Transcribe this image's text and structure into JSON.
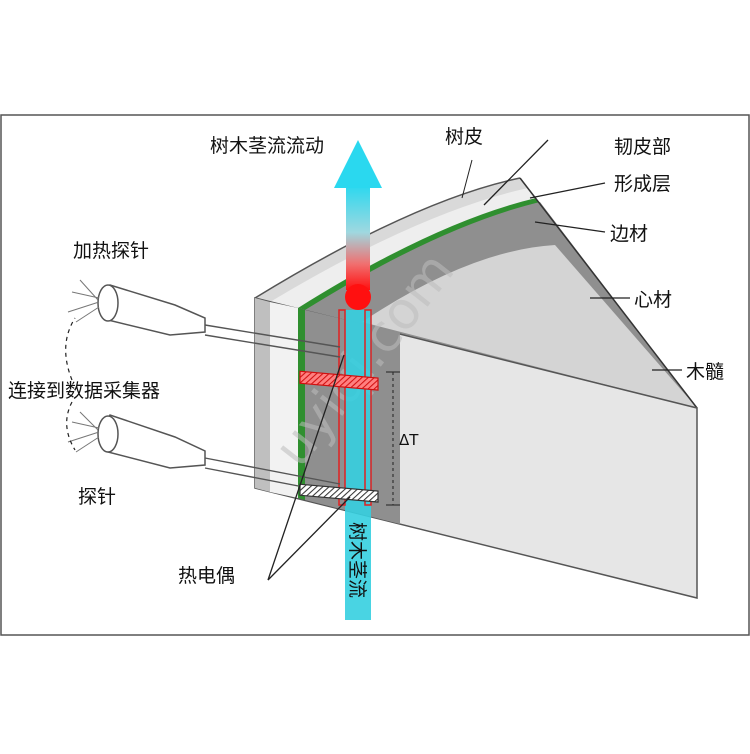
{
  "labels": {
    "flow_top": "树木茎流流动",
    "bark": "树皮",
    "phloem": "韧皮部",
    "cambium": "形成层",
    "sapwood": "边材",
    "heartwood": "心材",
    "pith": "木髓",
    "heating_probe": "加热探针",
    "connect_logger": "连接到数据采集器",
    "probe": "探针",
    "thermocouple": "热电偶",
    "delta_t": "ΔT",
    "flow_vertical": "树木茎流"
  },
  "colors": {
    "frame_border": "#555555",
    "bark": "#d9d9d9",
    "phloem": "#eeeeee",
    "cambium": "#2f8f2f",
    "sapwood": "#8f8f8f",
    "heartwood": "#d4d4d4",
    "front_face": "#e6e6e6",
    "flow_cyan": "#35cfe0",
    "heater_red": "#e02020",
    "watermark": "#bdbdbd"
  },
  "watermark": "uyiqi.com"
}
